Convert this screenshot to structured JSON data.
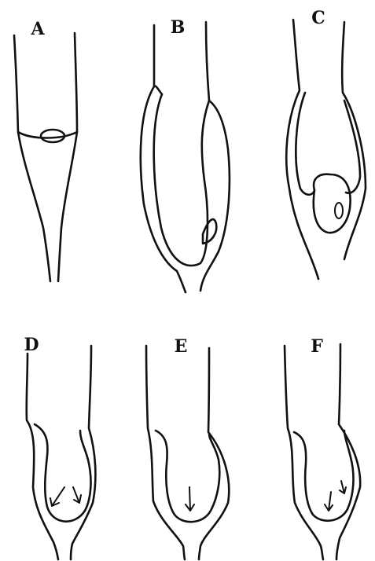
{
  "figure": {
    "panels": [
      {
        "id": "A",
        "label": "A"
      },
      {
        "id": "B",
        "label": "B"
      },
      {
        "id": "C",
        "label": "C"
      },
      {
        "id": "D",
        "label": "D"
      },
      {
        "id": "E",
        "label": "E"
      },
      {
        "id": "F",
        "label": "F"
      }
    ],
    "colors": {
      "ink": "#111111",
      "paper": "#ffffff"
    }
  }
}
